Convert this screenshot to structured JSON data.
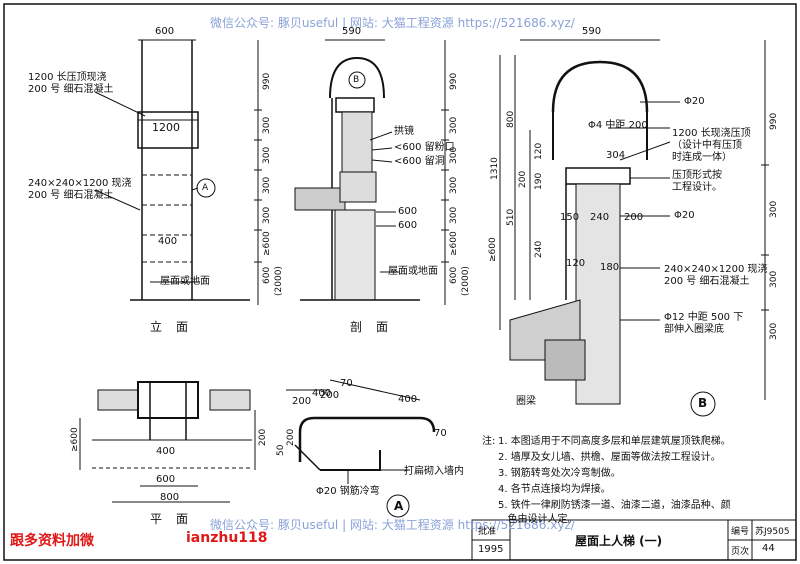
{
  "watermark": {
    "top": "微信公众号: 豚贝useful | 网站: 大猫工程资源 https://521686.xyz/",
    "bottom": "微信公众号: 豚贝useful | 网站: 大猫工程资源 https://521686.xyz/"
  },
  "promo": {
    "left": "跟多资料加微",
    "id": "ianzhu118"
  },
  "elevation": {
    "dims_top": "600",
    "label_concrete_top": "1200 长压顶现浇\n200 号 细石混凝土",
    "label_concrete_block": "240×240×1200 现浇\n200 号 细石混凝土",
    "dim_1200": "1200",
    "dim_400": "400",
    "callout_a": "A",
    "label_ground": "屋面或地面",
    "vdims": [
      "990",
      "300",
      "300",
      "300",
      "300",
      "≥600",
      "600",
      "(2000)"
    ],
    "title": "立面"
  },
  "section": {
    "dim_590": "590",
    "callout_b": "B",
    "label_gou": "拱镜",
    "label_600_fill": "<600 留粉口",
    "label_600_hole": "<600 留洞",
    "label_600a": "600",
    "label_600b": "600",
    "label_ground": "屋面或地面",
    "vdims": [
      "990",
      "300",
      "300",
      "300",
      "300",
      "≥600",
      "600",
      "(2000)"
    ],
    "title": "剖面"
  },
  "detail_b": {
    "dim_590": "590",
    "phi20_top": "Φ20",
    "phi4": "Φ4 中距 200",
    "label_1200": "1200 长现浇压顶\n（设计中有压顶\n时连成一体）",
    "label_304": "304",
    "label_yading": "压顶形式按\n工程设计。",
    "dims_150_240": [
      "150",
      "240",
      "200"
    ],
    "phi20_mid": "Φ20",
    "label_180": "180",
    "label_120": "120",
    "label_concrete": "240×240×1200 现浇\n200 号 细石混凝土",
    "label_phi12": "Φ12 中距 500 下\n部伸入圈梁底",
    "label_quanliang": "圈梁",
    "vdims_left": [
      "1310",
      "800",
      "200",
      "190",
      "120",
      "510",
      "240",
      "≥600"
    ],
    "vdims_right": [
      "990",
      "300",
      "300",
      "300"
    ],
    "callout": "B"
  },
  "plan": {
    "dim_600": "600",
    "dim_800": "800",
    "dim_400": "400",
    "vdim_600": "≥600",
    "vdim_200": "200",
    "title": "平面"
  },
  "detail_a": {
    "dims": [
      "200",
      "400",
      "70",
      "400",
      "200",
      "70",
      "200",
      "50"
    ],
    "label_bend": "Φ20 钢筋冷弯",
    "label_wall": "打扁砌入墙内",
    "callout": "A"
  },
  "notes": {
    "head": "注:",
    "items": [
      "1. 本图适用于不同高度多层和单层建筑屋顶铁爬梯。",
      "2. 墙厚及女儿墙、拱檐、屋面等做法按工程设计。",
      "3. 钢筋转弯处次冷弯制做。",
      "4. 各节点连接均为焊接。",
      "5. 铁件一律刷防锈漆一道、油漆二道，油漆品种、颜",
      "   色由设计人定。"
    ]
  },
  "title_block": {
    "approved": "批准",
    "year": "1995",
    "drawing_title": "屋面上人梯 (一)",
    "no_label": "编号",
    "no_value": "苏J9505",
    "page_label": "页次",
    "page_value": "44"
  }
}
